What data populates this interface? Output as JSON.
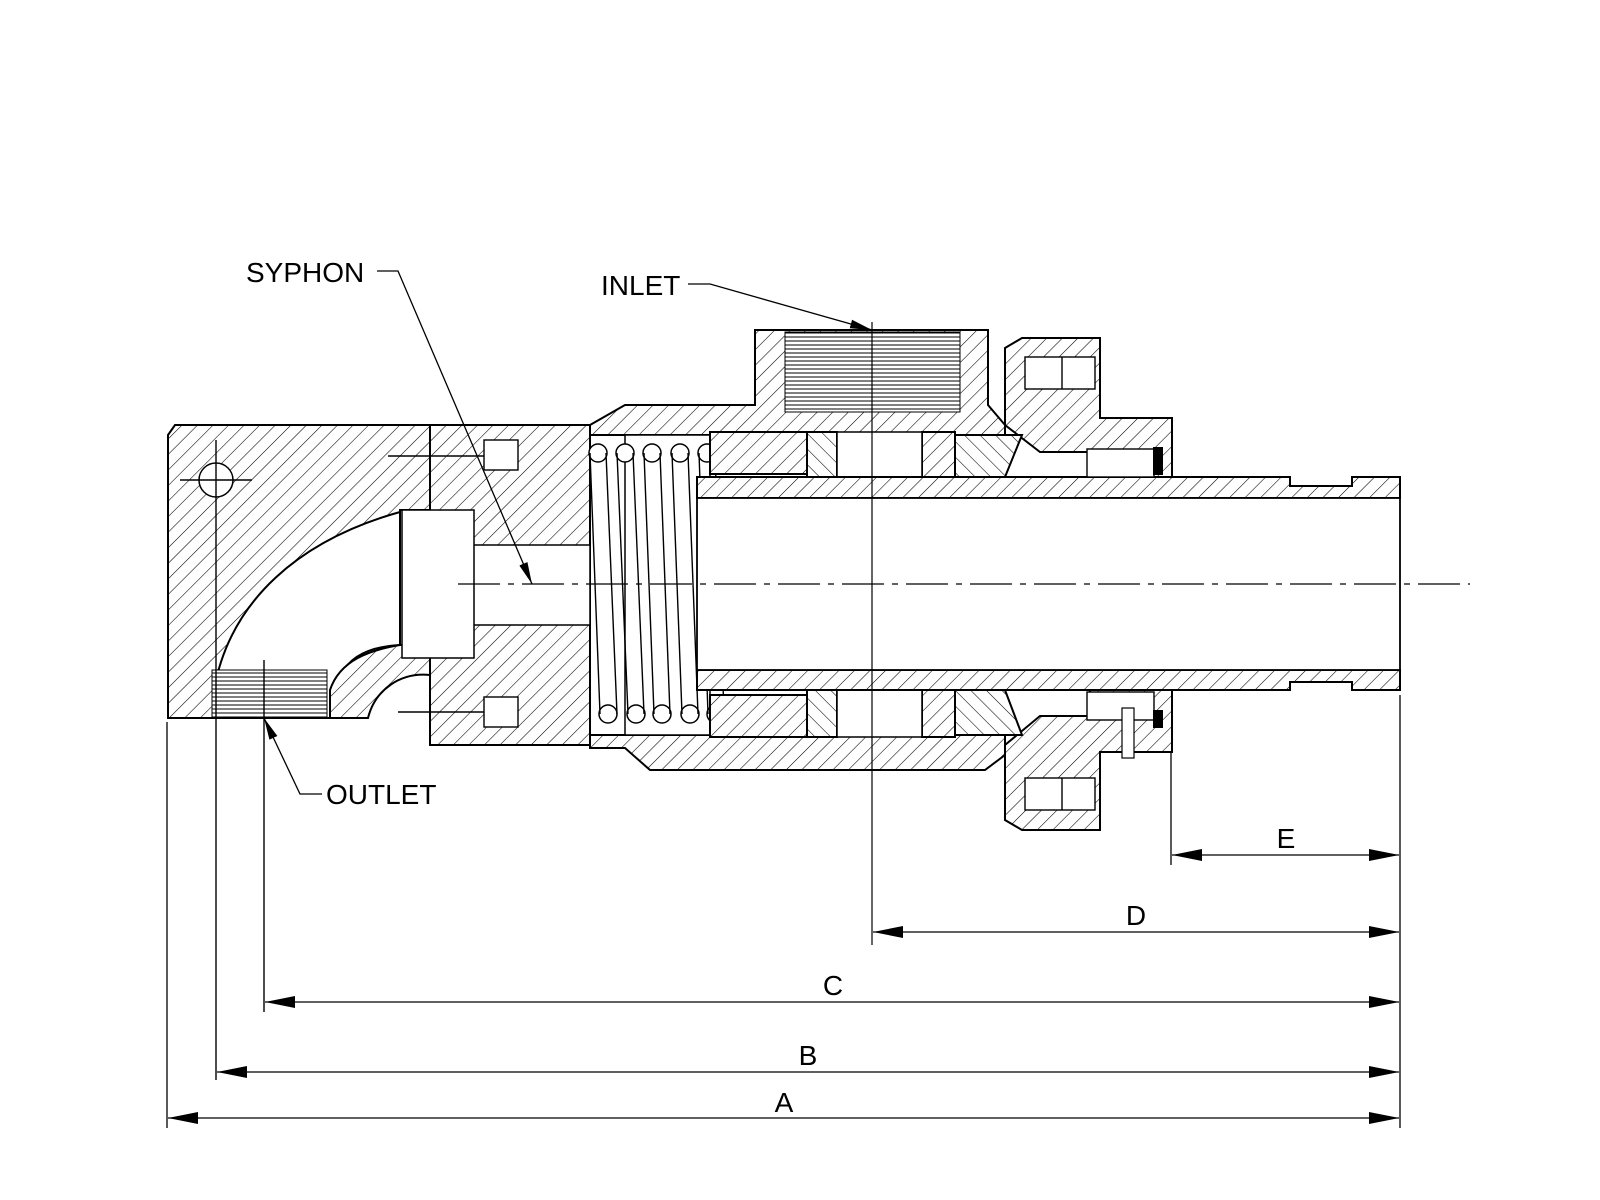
{
  "labels": {
    "syphon": "SYPHON",
    "inlet": "INLET",
    "outlet": "OUTLET"
  },
  "dimensions": {
    "a": "A",
    "b": "B",
    "c": "C",
    "d": "D",
    "e": "E"
  },
  "colors": {
    "line": "#000000",
    "background": "#ffffff"
  }
}
